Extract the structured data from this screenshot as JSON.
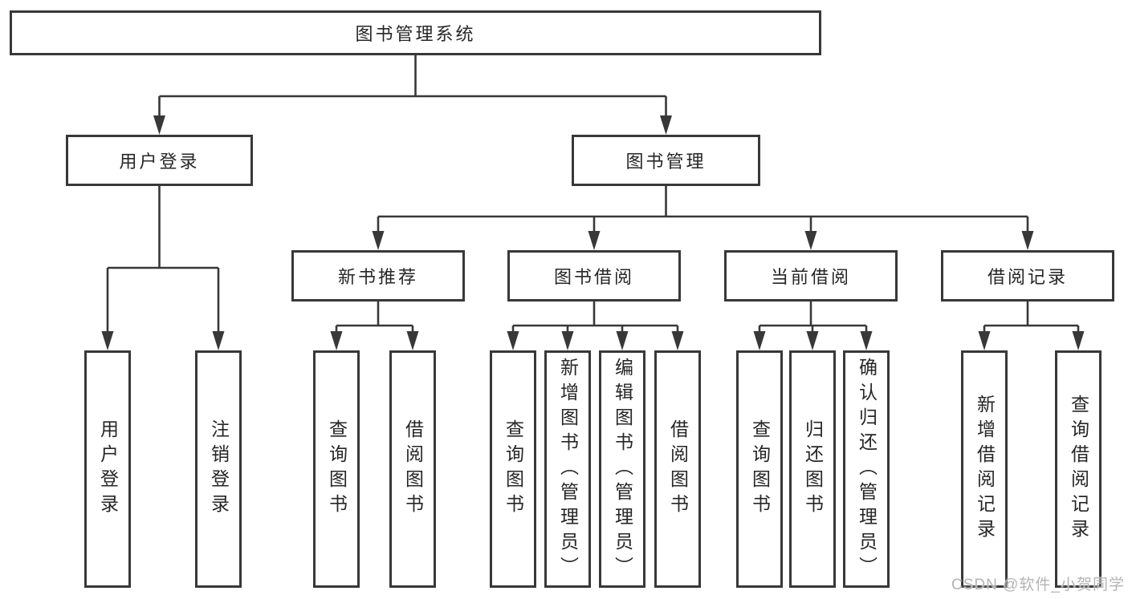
{
  "diagram": {
    "title": "图书管理系统",
    "watermark": "CSDN @软件_小贺同学",
    "colors": {
      "background": "#ffffff",
      "line": "#383838",
      "box_border": "#383838",
      "text": "#262626",
      "watermark": "#b4b4b4"
    },
    "nodes": [
      {
        "id": "root",
        "label": "图书管理系统"
      },
      {
        "id": "login",
        "label": "用户登录"
      },
      {
        "id": "mgmt",
        "label": "图书管理"
      },
      {
        "id": "rec",
        "label": "新书推荐"
      },
      {
        "id": "borrow",
        "label": "图书借阅"
      },
      {
        "id": "current",
        "label": "当前借阅"
      },
      {
        "id": "records",
        "label": "借阅记录"
      },
      {
        "id": "login1",
        "label": "用户登录"
      },
      {
        "id": "login2",
        "label": "注销登录"
      },
      {
        "id": "rec1",
        "label": "查询图书"
      },
      {
        "id": "rec2",
        "label": "借阅图书"
      },
      {
        "id": "borrow1",
        "label": "查询图书"
      },
      {
        "id": "borrow2",
        "label": "新增图书（管理员）"
      },
      {
        "id": "borrow3",
        "label": "编辑图书（管理员）"
      },
      {
        "id": "borrow4",
        "label": "借阅图书"
      },
      {
        "id": "current1",
        "label": "查询图书"
      },
      {
        "id": "current2",
        "label": "归还图书"
      },
      {
        "id": "current3",
        "label": "确认归还（管理员）"
      },
      {
        "id": "records1",
        "label": "新增借阅记录"
      },
      {
        "id": "records2",
        "label": "查询借阅记录"
      }
    ],
    "edges": [
      [
        "root",
        "login"
      ],
      [
        "root",
        "mgmt"
      ],
      [
        "login",
        "login1"
      ],
      [
        "login",
        "login2"
      ],
      [
        "mgmt",
        "rec"
      ],
      [
        "mgmt",
        "borrow"
      ],
      [
        "mgmt",
        "current"
      ],
      [
        "mgmt",
        "records"
      ],
      [
        "rec",
        "rec1"
      ],
      [
        "rec",
        "rec2"
      ],
      [
        "borrow",
        "borrow1"
      ],
      [
        "borrow",
        "borrow2"
      ],
      [
        "borrow",
        "borrow3"
      ],
      [
        "borrow",
        "borrow4"
      ],
      [
        "current",
        "current1"
      ],
      [
        "current",
        "current2"
      ],
      [
        "current",
        "current3"
      ],
      [
        "records",
        "records1"
      ],
      [
        "records",
        "records2"
      ]
    ]
  }
}
